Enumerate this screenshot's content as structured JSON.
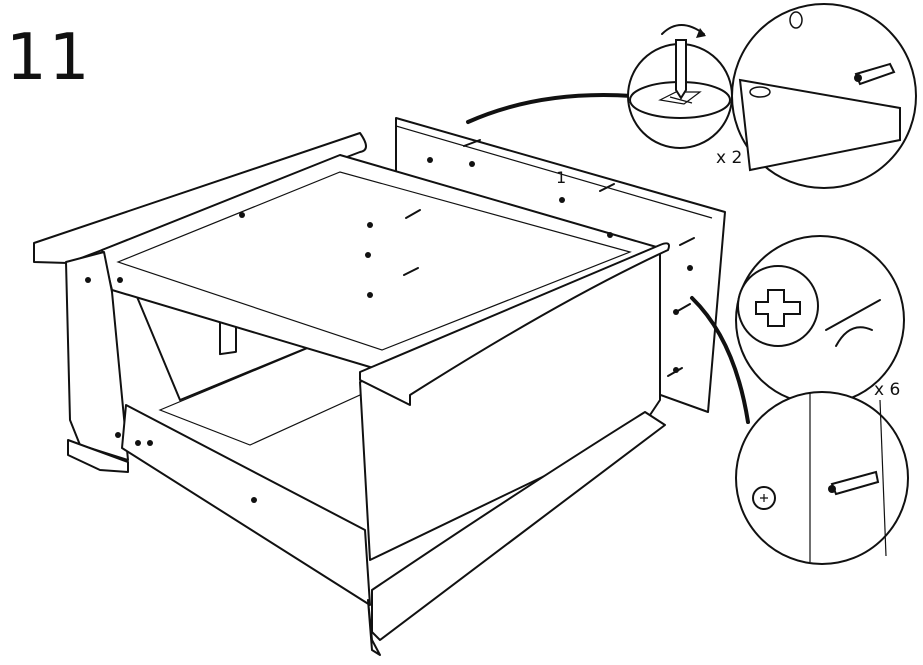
{
  "step": {
    "number": "11"
  },
  "labels": {
    "part": "1",
    "quantity_top": "x 2",
    "quantity_right": "x 6"
  },
  "icons": {
    "screwdriver": "screwdriver-icon",
    "rotate": "rotate-arrow-icon",
    "screw_head": "phillips-screw-head-icon",
    "cam_dowel": "cam-dowel-icon"
  }
}
